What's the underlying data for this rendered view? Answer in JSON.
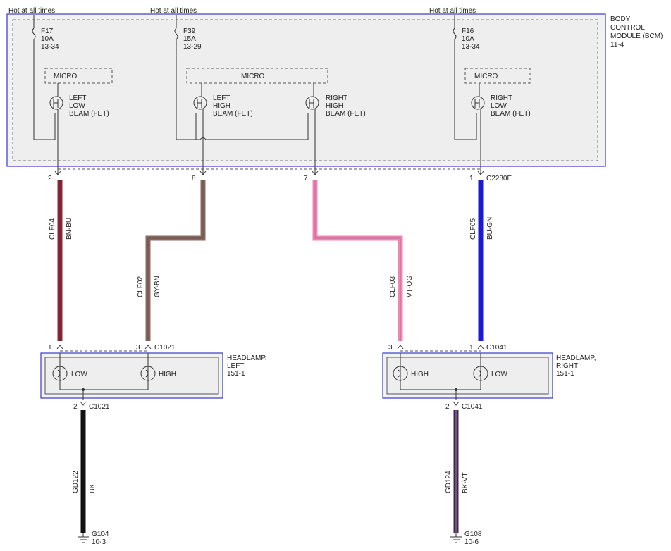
{
  "bcm": {
    "label": [
      "BODY",
      "CONTROL",
      "MODULE (BCM)",
      "11-4"
    ],
    "hot_label": "Hot at all times",
    "fuses": [
      {
        "name": "F17",
        "rating": "10A",
        "ref": "13-34"
      },
      {
        "name": "F39",
        "rating": "15A",
        "ref": "13-29"
      },
      {
        "name": "F16",
        "rating": "10A",
        "ref": "13-34"
      }
    ],
    "micro_label": "MICRO",
    "fets": [
      {
        "lines": [
          "LEFT",
          "LOW",
          "BEAM (FET)"
        ]
      },
      {
        "lines": [
          "LEFT",
          "HIGH",
          "BEAM (FET)"
        ]
      },
      {
        "lines": [
          "RIGHT",
          "HIGH",
          "BEAM (FET)"
        ]
      },
      {
        "lines": [
          "RIGHT",
          "LOW",
          "BEAM (FET)"
        ]
      }
    ],
    "connector": "C2280E"
  },
  "wires": [
    {
      "pin": "2",
      "circuit": "CLF04",
      "color_code": "BN-BU",
      "color": "#8b2a3a"
    },
    {
      "pin": "8",
      "circuit": "CLF02",
      "color_code": "GY-BN",
      "color": "#8a6a60"
    },
    {
      "pin": "7",
      "circuit": "CLF03",
      "color_code": "VT-OG",
      "color": "#ef86b4"
    },
    {
      "pin": "1",
      "circuit": "CLF05",
      "color_code": "BU-GN",
      "color": "#1a1ad0"
    }
  ],
  "headlamps": [
    {
      "label": [
        "HEADLAMP,",
        "LEFT",
        "151-1"
      ],
      "connector": "C1021",
      "pins_top": [
        "1",
        "3"
      ],
      "bulbs": [
        "LOW",
        "HIGH"
      ],
      "ground_pin": "2"
    },
    {
      "label": [
        "HEADLAMP,",
        "RIGHT",
        "151-1"
      ],
      "connector": "C1041",
      "pins_top": [
        "3",
        "1"
      ],
      "bulbs": [
        "HIGH",
        "LOW"
      ],
      "ground_pin": "2"
    }
  ],
  "grounds": [
    {
      "circuit": "GD122",
      "color_code": "BK",
      "color": "#111111",
      "ground": "G104",
      "ref": "10-3"
    },
    {
      "circuit": "GD124",
      "color_code": "BK-VT",
      "color": "#3a2a44",
      "ground": "G108",
      "ref": "10-6"
    }
  ]
}
